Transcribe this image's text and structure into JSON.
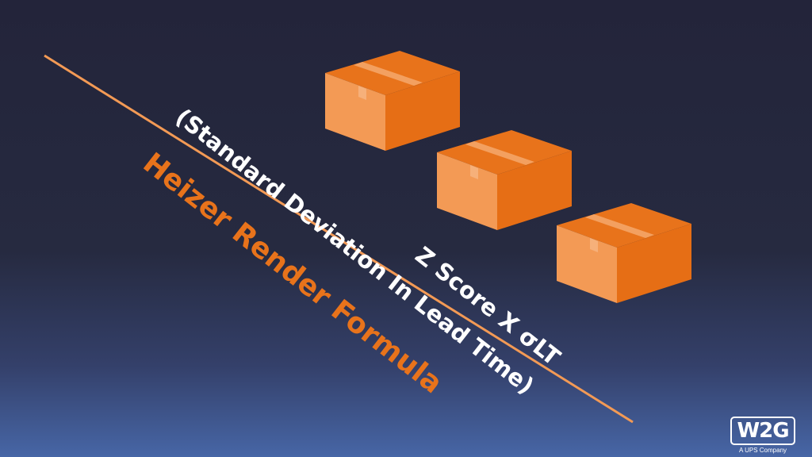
{
  "slide": {
    "formula_line1": "Z Score X σLT",
    "formula_line2": "(Standard Deviation In Lead Time)",
    "title": "Heizer Render Formula"
  },
  "logo": {
    "mark": "W2G",
    "tagline": "A UPS Company"
  },
  "colors": {
    "background_top": "#23243a",
    "background_bottom": "#4766a6",
    "accent_orange": "#e8731b",
    "line_orange": "#f39a55",
    "text_white": "#ffffff"
  },
  "icons": [
    "cardboard-box-icon",
    "cardboard-box-icon",
    "cardboard-box-icon"
  ]
}
